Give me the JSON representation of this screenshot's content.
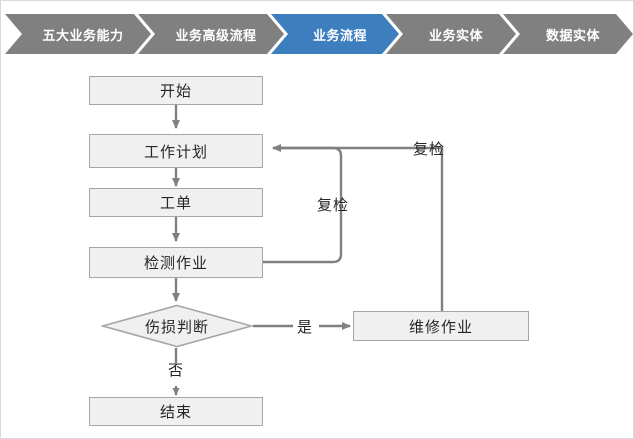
{
  "breadcrumb": {
    "items": [
      {
        "label": "五大业务能力",
        "state": "inactive"
      },
      {
        "label": "业务高级流程",
        "state": "inactive"
      },
      {
        "label": "业务流程",
        "state": "active"
      },
      {
        "label": "业务实体",
        "state": "inactive"
      },
      {
        "label": "数据实体",
        "state": "inactive"
      }
    ],
    "active_color": "#3d7ebf",
    "inactive_color": "#808080",
    "text_color": "#ffffff"
  },
  "flowchart": {
    "node_fill": "#f0f0f0",
    "node_border": "#a6a6a6",
    "connector_color": "#808080",
    "nodes": {
      "start": "开始",
      "work_plan": "工作计划",
      "work_order": "工单",
      "inspection": "检测作业",
      "damage_decision": "伤损判断",
      "maintenance": "维修作业",
      "end": "结束"
    },
    "edge_labels": {
      "recheck_inner": "复检",
      "recheck_outer": "复检",
      "yes": "是",
      "no": "否"
    }
  }
}
